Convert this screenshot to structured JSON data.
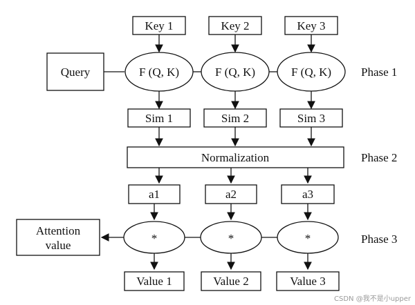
{
  "keys": [
    "Key 1",
    "Key 2",
    "Key 3"
  ],
  "query": "Query",
  "similarity_function": "F (Q, K)",
  "similarities": [
    "Sim 1",
    "Sim 2",
    "Sim 3"
  ],
  "normalization": "Normalization",
  "weights": [
    "a1",
    "a2",
    "a3"
  ],
  "multiply_symbol": "*",
  "attention_value": [
    "Attention",
    "value"
  ],
  "values": [
    "Value 1",
    "Value 2",
    "Value 3"
  ],
  "phases": [
    "Phase 1",
    "Phase 2",
    "Phase 3"
  ],
  "watermark": "CSDN @我不是小upper",
  "colors": {
    "stroke": "#111111",
    "background": "#ffffff",
    "watermark": "#9a9a9a"
  }
}
